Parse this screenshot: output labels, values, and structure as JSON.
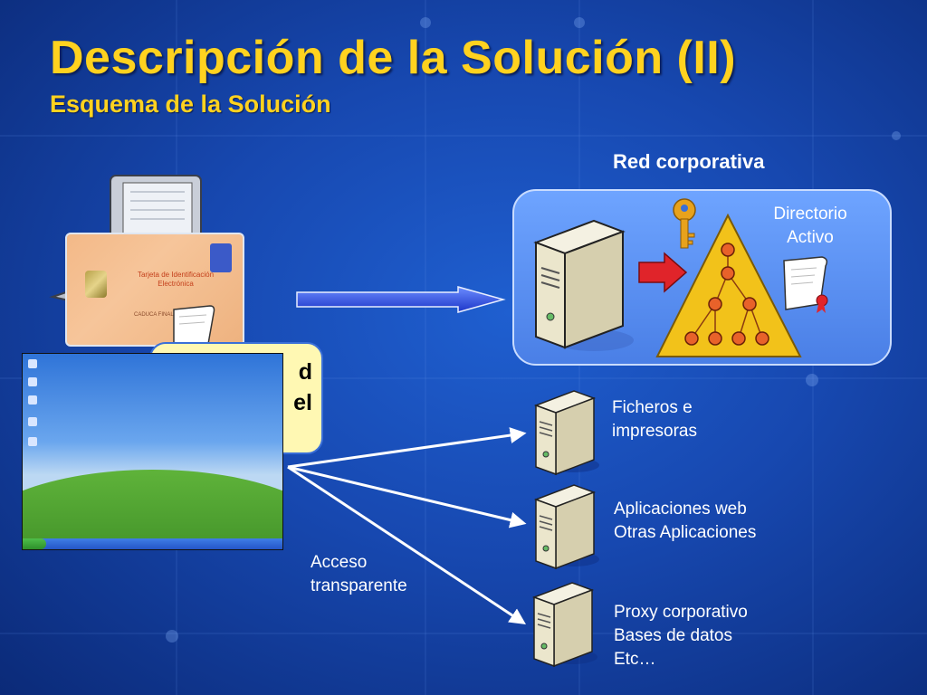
{
  "slide": {
    "title": "Descripción de la Solución (II)",
    "subtitle": "Esquema de la Solución"
  },
  "network": {
    "label": "Red corporativa",
    "directory": [
      "Directorio",
      "Activo"
    ]
  },
  "card": {
    "title": "Tarjeta de Identificación Electrónica",
    "small_text": "CADUCA FINAL"
  },
  "callout": {
    "visible_fragments": [
      "d",
      "el"
    ]
  },
  "access_label": [
    "Acceso",
    "transparente"
  ],
  "servers": [
    {
      "lines": [
        "Ficheros e",
        "impresoras"
      ]
    },
    {
      "lines": [
        "Aplicaciones web",
        "Otras Aplicaciones"
      ]
    },
    {
      "lines": [
        "Proxy corporativo",
        "Bases de datos",
        "Etc…"
      ]
    }
  ],
  "colors": {
    "title": "#ffd21f",
    "arrow_blue": "#2b4fe0",
    "arrow_red": "#e0242a",
    "pyramid": "#f2c21a",
    "node": "#e8622a"
  },
  "icons": [
    "computer-icon",
    "smart-card-icon",
    "server-icon",
    "key-icon",
    "certificate-icon"
  ]
}
